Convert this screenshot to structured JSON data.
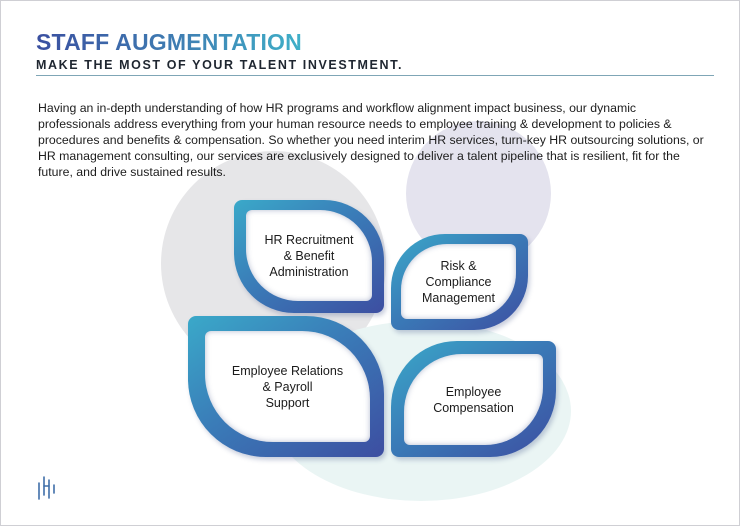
{
  "header": {
    "title": "STAFF AUGMENTATION",
    "subtitle": "MAKE THE MOST OF YOUR TALENT INVESTMENT."
  },
  "intro": "Having an in-depth understanding of how HR programs and workflow alignment impact business, our dynamic professionals address everything from your human resource needs to employee training & development to policies & procedures and benefits & compensation. So whether you need interim HR services, turn-key HR outsourcing solutions, or HR management consulting, our services are exclusively designed to deliver a talent pipeline that is resilient, fit for the future, and drive sustained results.",
  "tiles": [
    {
      "label": "HR Recruitment\n& Benefit\nAdministration"
    },
    {
      "label": "Risk &\nCompliance\nManagement"
    },
    {
      "label": "Employee Relations\n& Payroll\nSupport"
    },
    {
      "label": "Employee\nCompensation"
    }
  ],
  "colors": {
    "title_gradient_start": "#3a4fa0",
    "title_gradient_end": "#3fb0c8",
    "tile_teal": "#3aa9c9",
    "tile_blue": "#3d4ea1",
    "rule": "#7fa6b6"
  },
  "logo": {
    "icon": "brand-mark-icon"
  }
}
